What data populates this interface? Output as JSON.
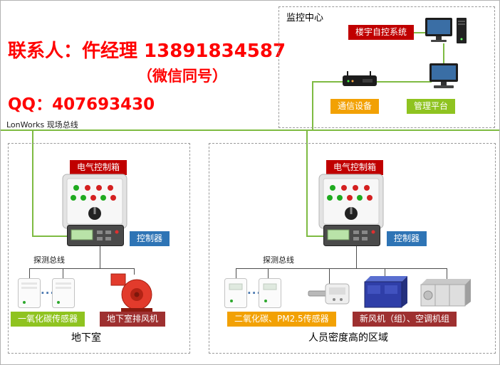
{
  "contact": {
    "line1": "联系人：仵经理  13891834587",
    "line2": "（微信同号）",
    "line3": "QQ：407693430"
  },
  "bus": {
    "label": "LonWorks 现场总线"
  },
  "monitoring": {
    "title": "监控中心",
    "building_system_label": "楼宇自控系统",
    "comm_label": "通信设备",
    "platform_label": "管理平台"
  },
  "basement": {
    "title": "地下室",
    "panel_label": "电气控制箱",
    "controller_label": "控制器",
    "detect_bus_label": "探测总线",
    "dots": "····",
    "sensor_label": "一氧化碳传感器",
    "fan_label": "地下室排风机"
  },
  "dense_area": {
    "title": "人员密度高的区域",
    "panel_label": "电气控制箱",
    "controller_label": "控制器",
    "detect_bus_label": "探测总线",
    "dots": "····",
    "sensor_label": "二氧化碳、PM2.5传感器",
    "hvac_label": "新风机（组）、空调机组"
  },
  "colors": {
    "red_tag": "#c00000",
    "dark_red_tag": "#9e3030",
    "orange_tag": "#f2a104",
    "green_tag": "#8fc320",
    "blue_tag": "#2e74b5",
    "bus_line": "#7ebb42",
    "black_line": "#4d4d4d",
    "contact_text": "#ff0000"
  }
}
